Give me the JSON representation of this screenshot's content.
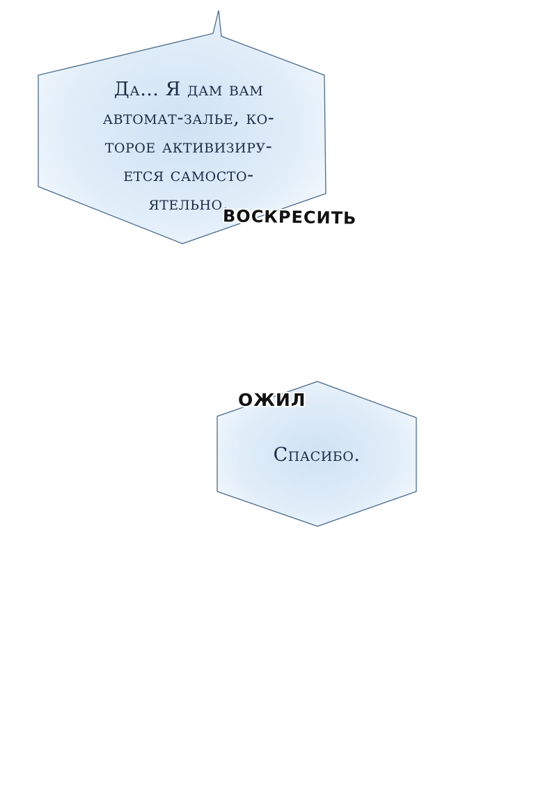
{
  "bubbles": [
    {
      "text": "Да… Я дам вам\nавтомат-залье, ко-\nторое активизиру-\nется самосто-\nятельно."
    },
    {
      "text": "Спасибо."
    }
  ],
  "sfx": {
    "voskresit": "ВОСКРЕСИТЬ",
    "ozhil": "ОЖИЛ"
  },
  "colors": {
    "bubble_fill_center": "#d9e9f7",
    "bubble_fill_edge": "#f1f7fc",
    "bubble_outline": "#4a6c8c",
    "text": "#1c2a44"
  }
}
